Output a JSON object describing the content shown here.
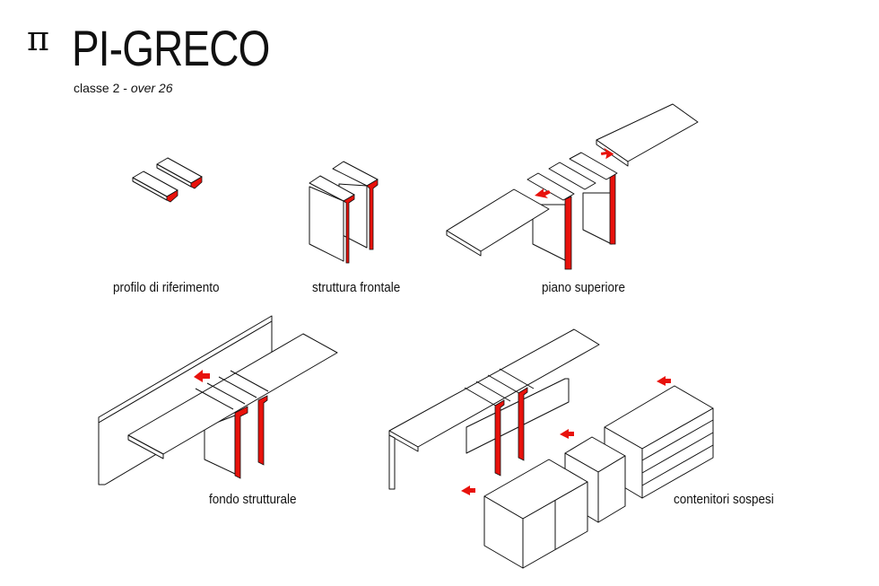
{
  "header": {
    "logo_symbol": "π",
    "title": "PI-GRECO",
    "subtitle_class": "classe 2 - ",
    "subtitle_category": "over 26"
  },
  "steps": [
    {
      "label": "profilo di riferimento"
    },
    {
      "label": "struttura frontale"
    },
    {
      "label": "piano superiore"
    },
    {
      "label": "fondo strutturale"
    },
    {
      "label": "contenitori sospesi"
    }
  ],
  "colors": {
    "accent": "#e8120c",
    "line": "#111111",
    "background": "#ffffff"
  }
}
